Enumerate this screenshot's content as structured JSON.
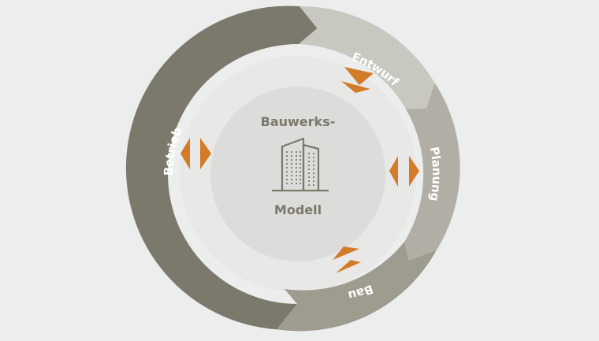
{
  "center": {
    "title_line1": "Bauwerks-",
    "title_line2": "Modell",
    "icon": "building-icon"
  },
  "phases": [
    {
      "key": "entwurf",
      "label": "Entwurf",
      "color": "#c9c8c0"
    },
    {
      "key": "planung",
      "label": "Planung",
      "color": "#b1afa5"
    },
    {
      "key": "bau",
      "label": "Bau",
      "color": "#9e9c8f"
    },
    {
      "key": "betrieb",
      "label": "Betrieb",
      "color": "#7b796b"
    }
  ],
  "colors": {
    "background": "#eceded",
    "inner_ring": "#e8e8e7",
    "center_disc": "#dcdcda",
    "center_text": "#7b796b",
    "exchange_arrows": "#d27b28",
    "label_text": "#ffffff"
  },
  "icons": [
    "building-icon",
    "exchange-arrows-icon"
  ]
}
